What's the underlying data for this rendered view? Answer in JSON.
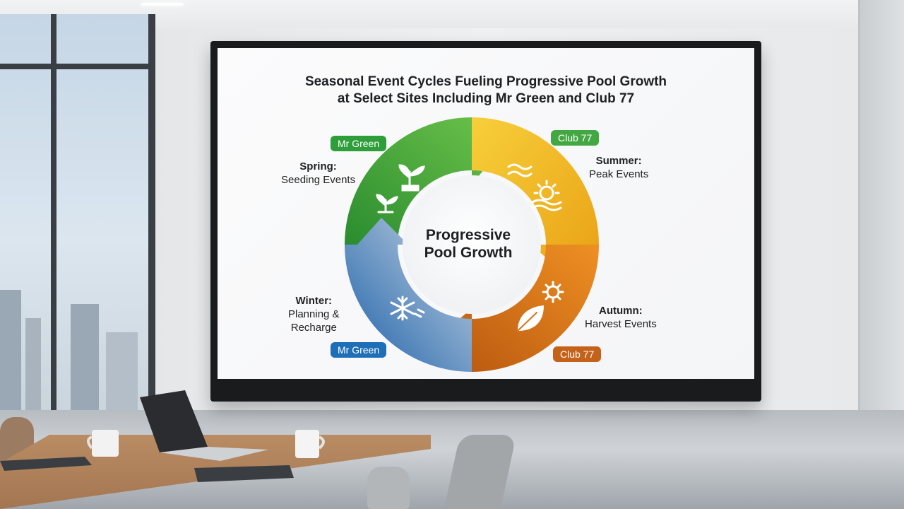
{
  "slide": {
    "title_line1": "Seasonal Event Cycles Fueling Progressive Pool Growth",
    "title_line2": "at Select Sites Including Mr Green and Club 77",
    "center_line1": "Progressive",
    "center_line2": "Pool Growth",
    "segments": {
      "spring": {
        "title": "Spring:",
        "desc": "Seeding Events",
        "color": "#2e9e3a",
        "icon": "sprout-icon"
      },
      "summer": {
        "title": "Summer:",
        "desc": "Peak Events",
        "color": "#f0b41e",
        "icon": "sun-waves-icon"
      },
      "autumn": {
        "title": "Autumn:",
        "desc": "Harvest Events",
        "color": "#d9731c",
        "icon": "leaf-gear-icon"
      },
      "winter": {
        "title": "Winter:",
        "desc_line1": "Planning &",
        "desc_line2": "Recharge",
        "color": "#1f6fb8",
        "icon": "snowflake-icon"
      }
    },
    "badges": {
      "mr_green_top": {
        "label": "Mr Green",
        "color": "#2e9e3a"
      },
      "club77_top": {
        "label": "Club 77",
        "color": "#43a843"
      },
      "mr_green_bottom": {
        "label": "Mr Green",
        "color": "#1f6fb8"
      },
      "club77_bottom": {
        "label": "Club 77",
        "color": "#c4621a"
      }
    }
  }
}
